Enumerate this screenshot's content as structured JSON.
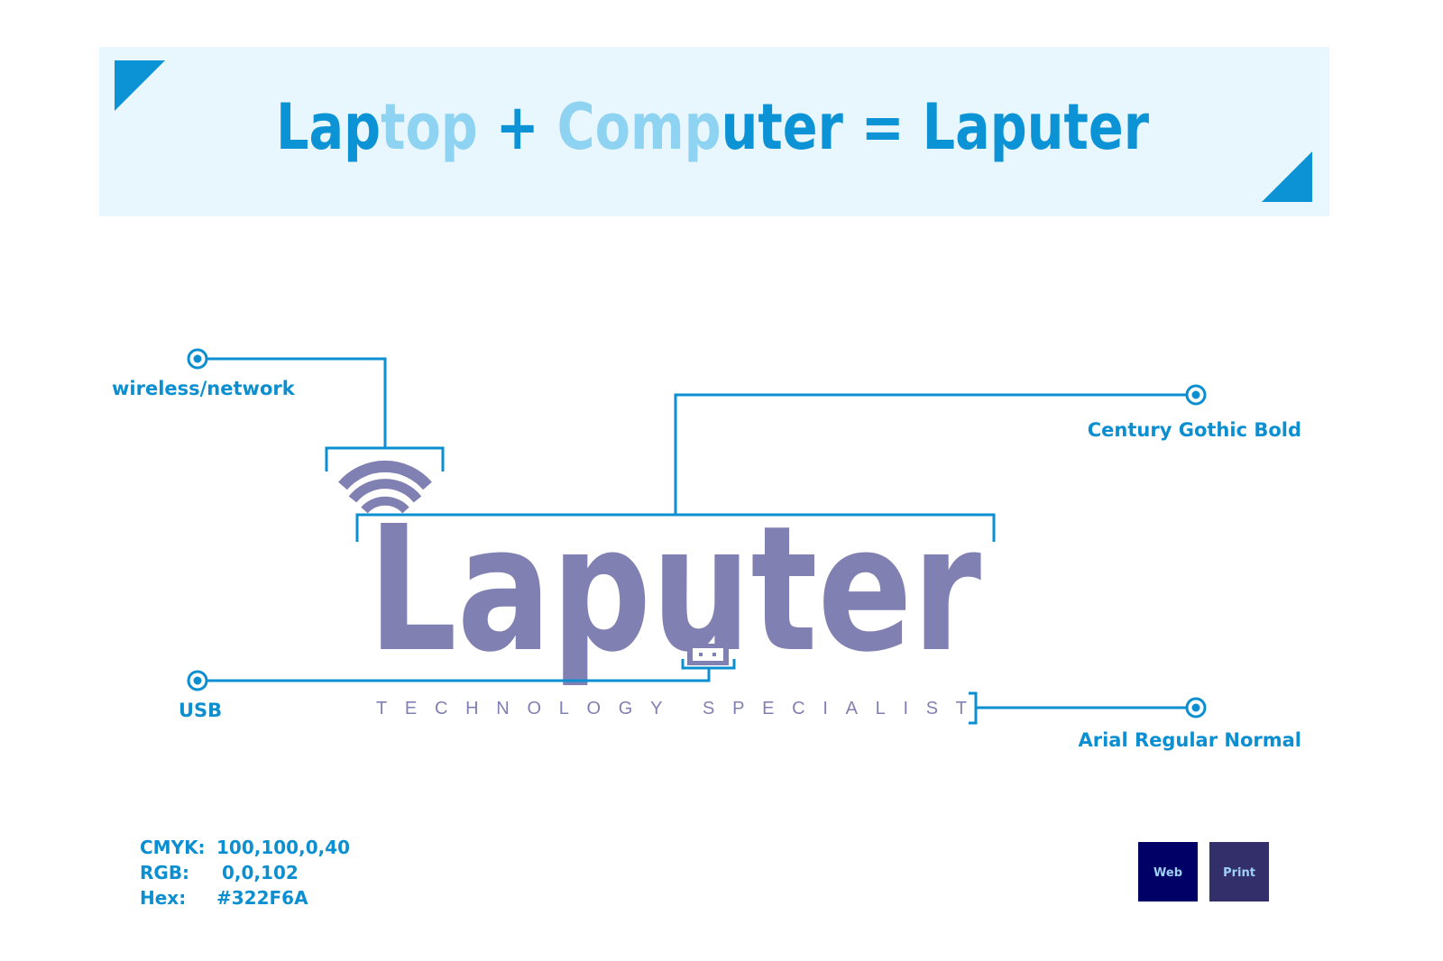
{
  "banner": {
    "title_segments": [
      {
        "text": "Lap",
        "color": "#0b93d6"
      },
      {
        "text": "top",
        "color": "#8fd3f2"
      },
      {
        "text": " + ",
        "color": "#0b93d6"
      },
      {
        "text": "Comp",
        "color": "#8fd3f2"
      },
      {
        "text": "uter = Laputer",
        "color": "#0b93d6"
      }
    ],
    "background": "#e8f6fd",
    "corner_color": "#0b93d6"
  },
  "logo": {
    "name": "Laputer",
    "tagline": "TECHNOLOGY SPECIALIST",
    "color": "#8180b2"
  },
  "callouts": {
    "wireless": "wireless/network",
    "font_title": "Century Gothic Bold",
    "usb": "USB",
    "font_tagline": "Arial Regular Normal",
    "color": "#0b8fd0"
  },
  "color_spec": {
    "cmyk_label": "CMYK:",
    "cmyk_value": "100,100,0,40",
    "rgb_label": "RGB:",
    "rgb_value": "0,0,102",
    "hex_label": "Hex:",
    "hex_value": "#322F6A"
  },
  "swatches": [
    {
      "label": "Web",
      "color": "#000066"
    },
    {
      "label": "Print",
      "color": "#322f6a"
    }
  ]
}
